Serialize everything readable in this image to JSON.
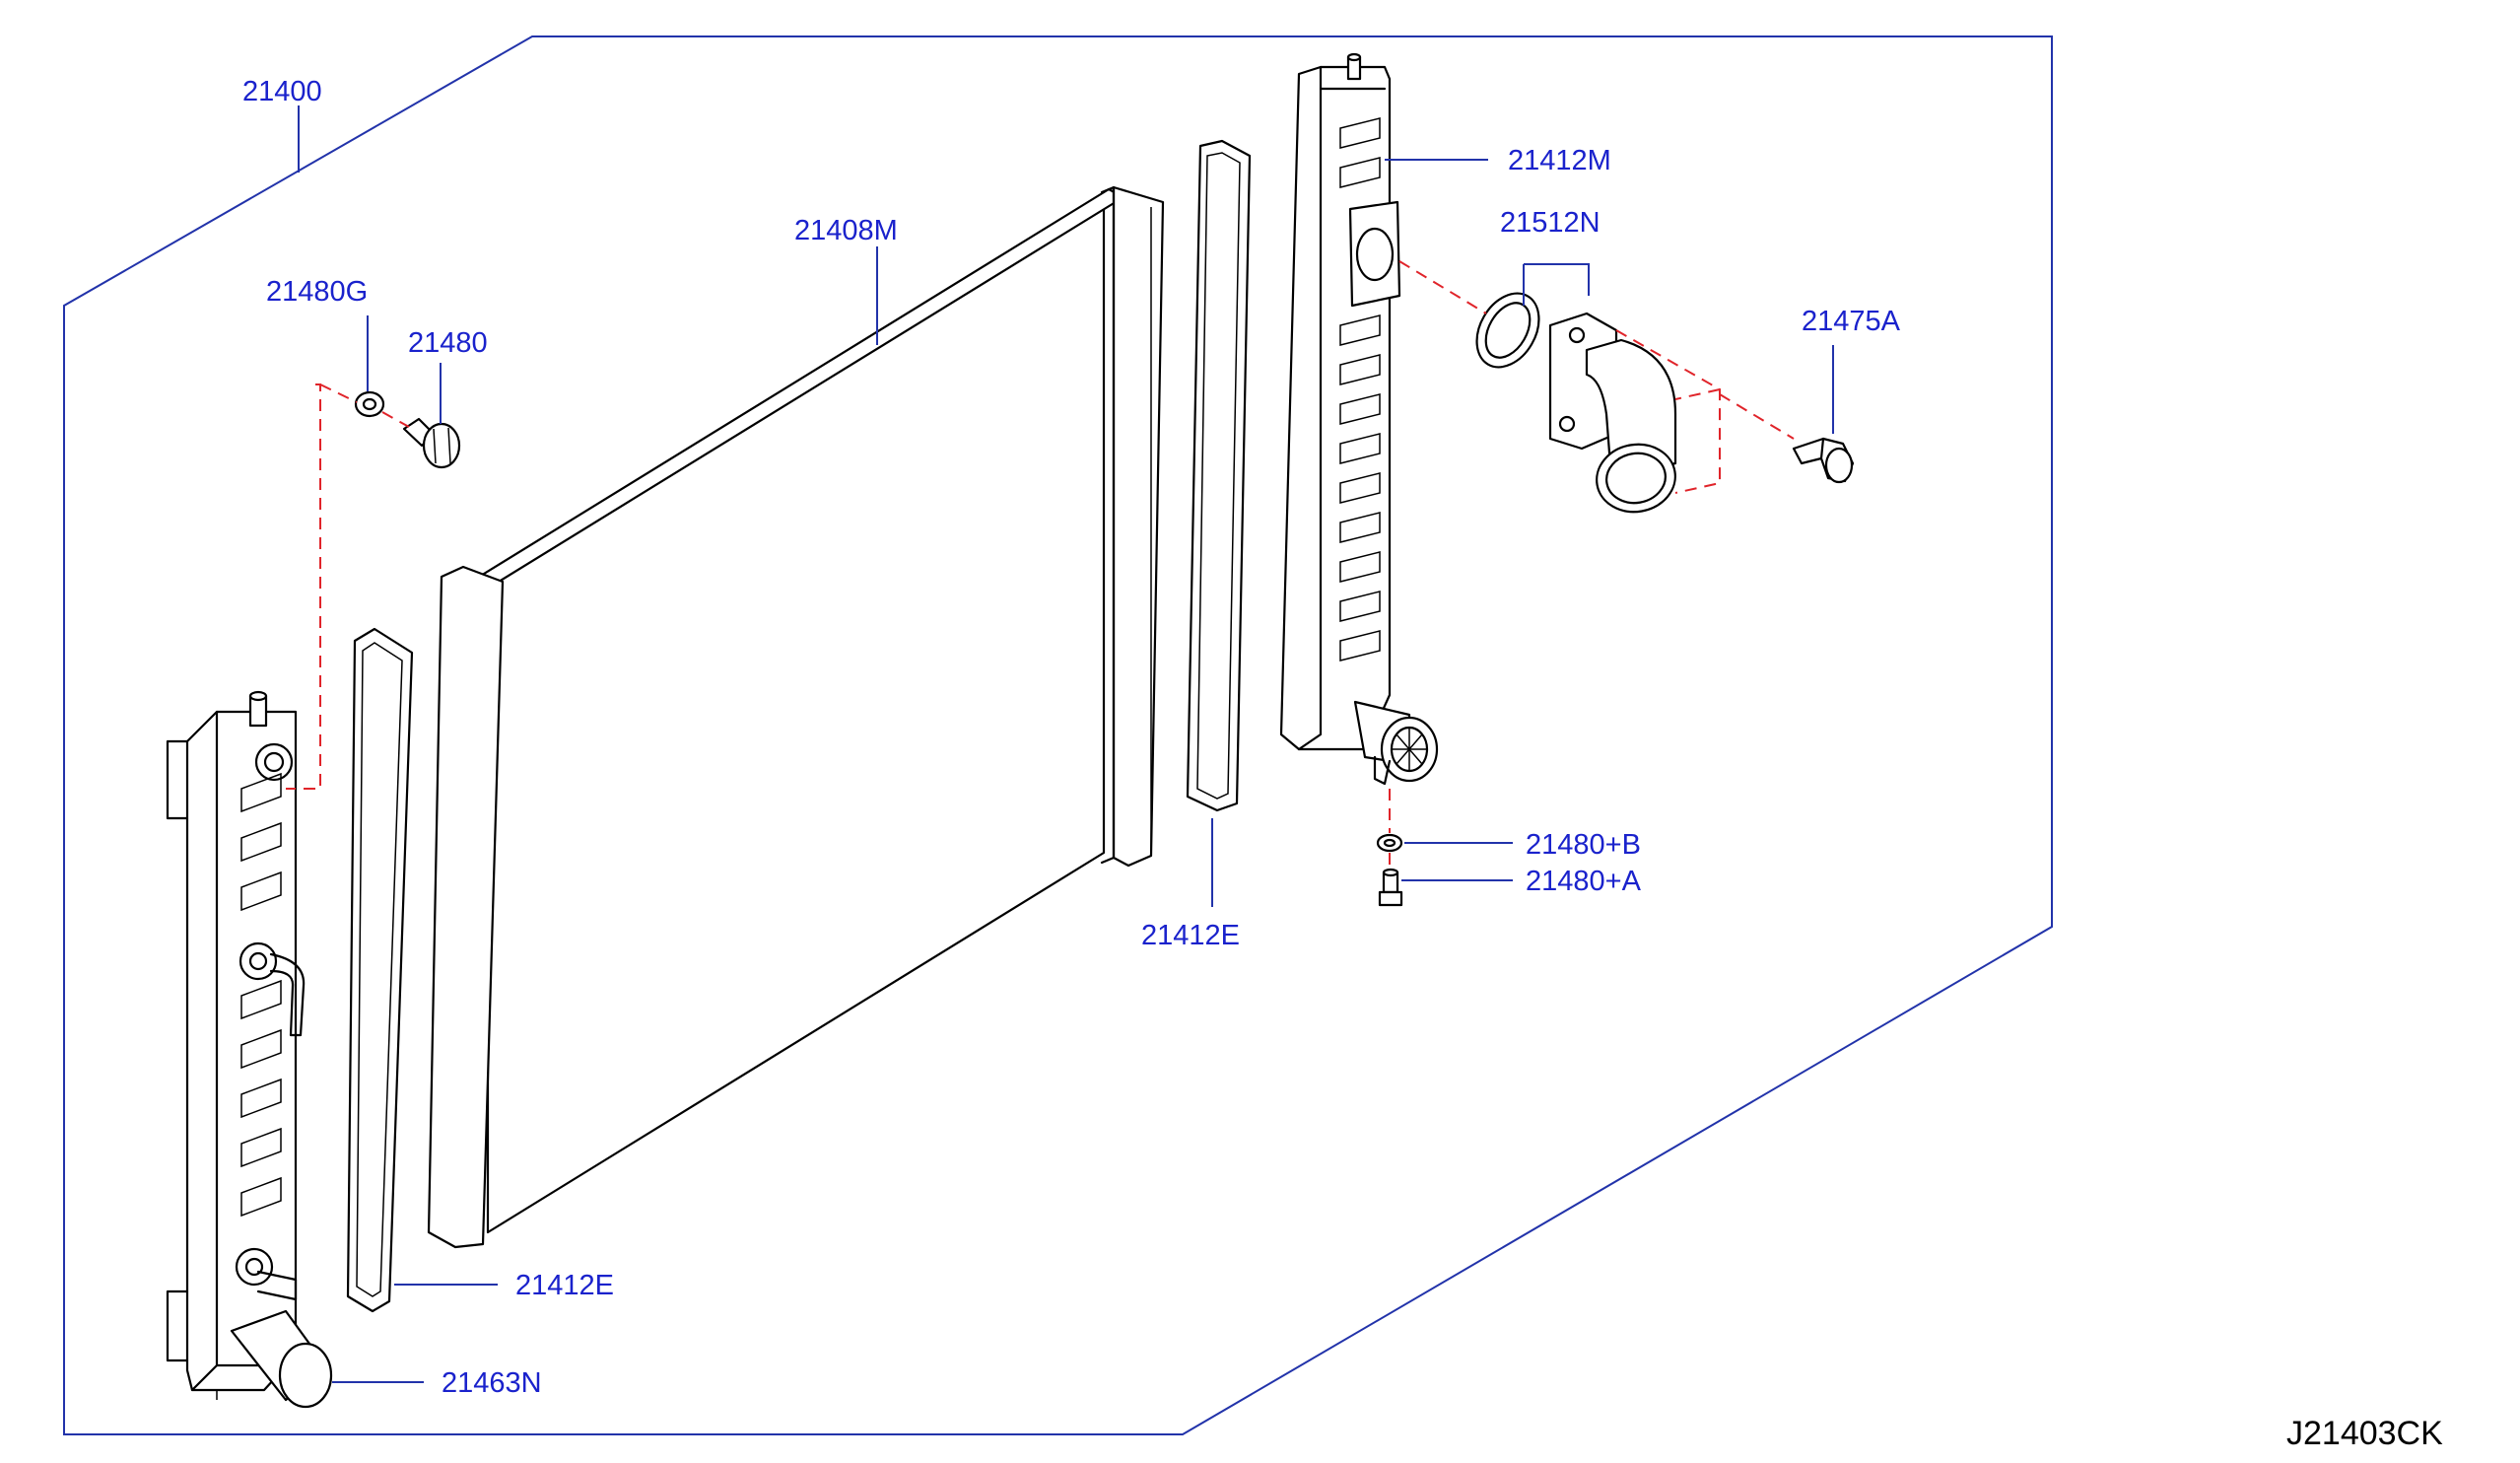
{
  "diagram_code": "J21403CK",
  "parts": [
    {
      "id": "assembly",
      "number": "21400"
    },
    {
      "id": "core",
      "number": "21408M"
    },
    {
      "id": "drain-washer",
      "number": "21480G"
    },
    {
      "id": "drain-plug",
      "number": "21480"
    },
    {
      "id": "right-tank",
      "number": "21412M"
    },
    {
      "id": "water-outlet",
      "number": "21512N"
    },
    {
      "id": "bolt",
      "number": "21475A"
    },
    {
      "id": "washer-b",
      "number": "21480+B"
    },
    {
      "id": "plug-a",
      "number": "21480+A"
    },
    {
      "id": "gasket-right",
      "number": "21412E"
    },
    {
      "id": "gasket-left",
      "number": "21412E"
    },
    {
      "id": "cap",
      "number": "21463N"
    }
  ],
  "colors": {
    "label": "#1a22cc",
    "frame": "#2233aa",
    "dashed_guide": "#e0242a",
    "line_art": "#000000"
  }
}
